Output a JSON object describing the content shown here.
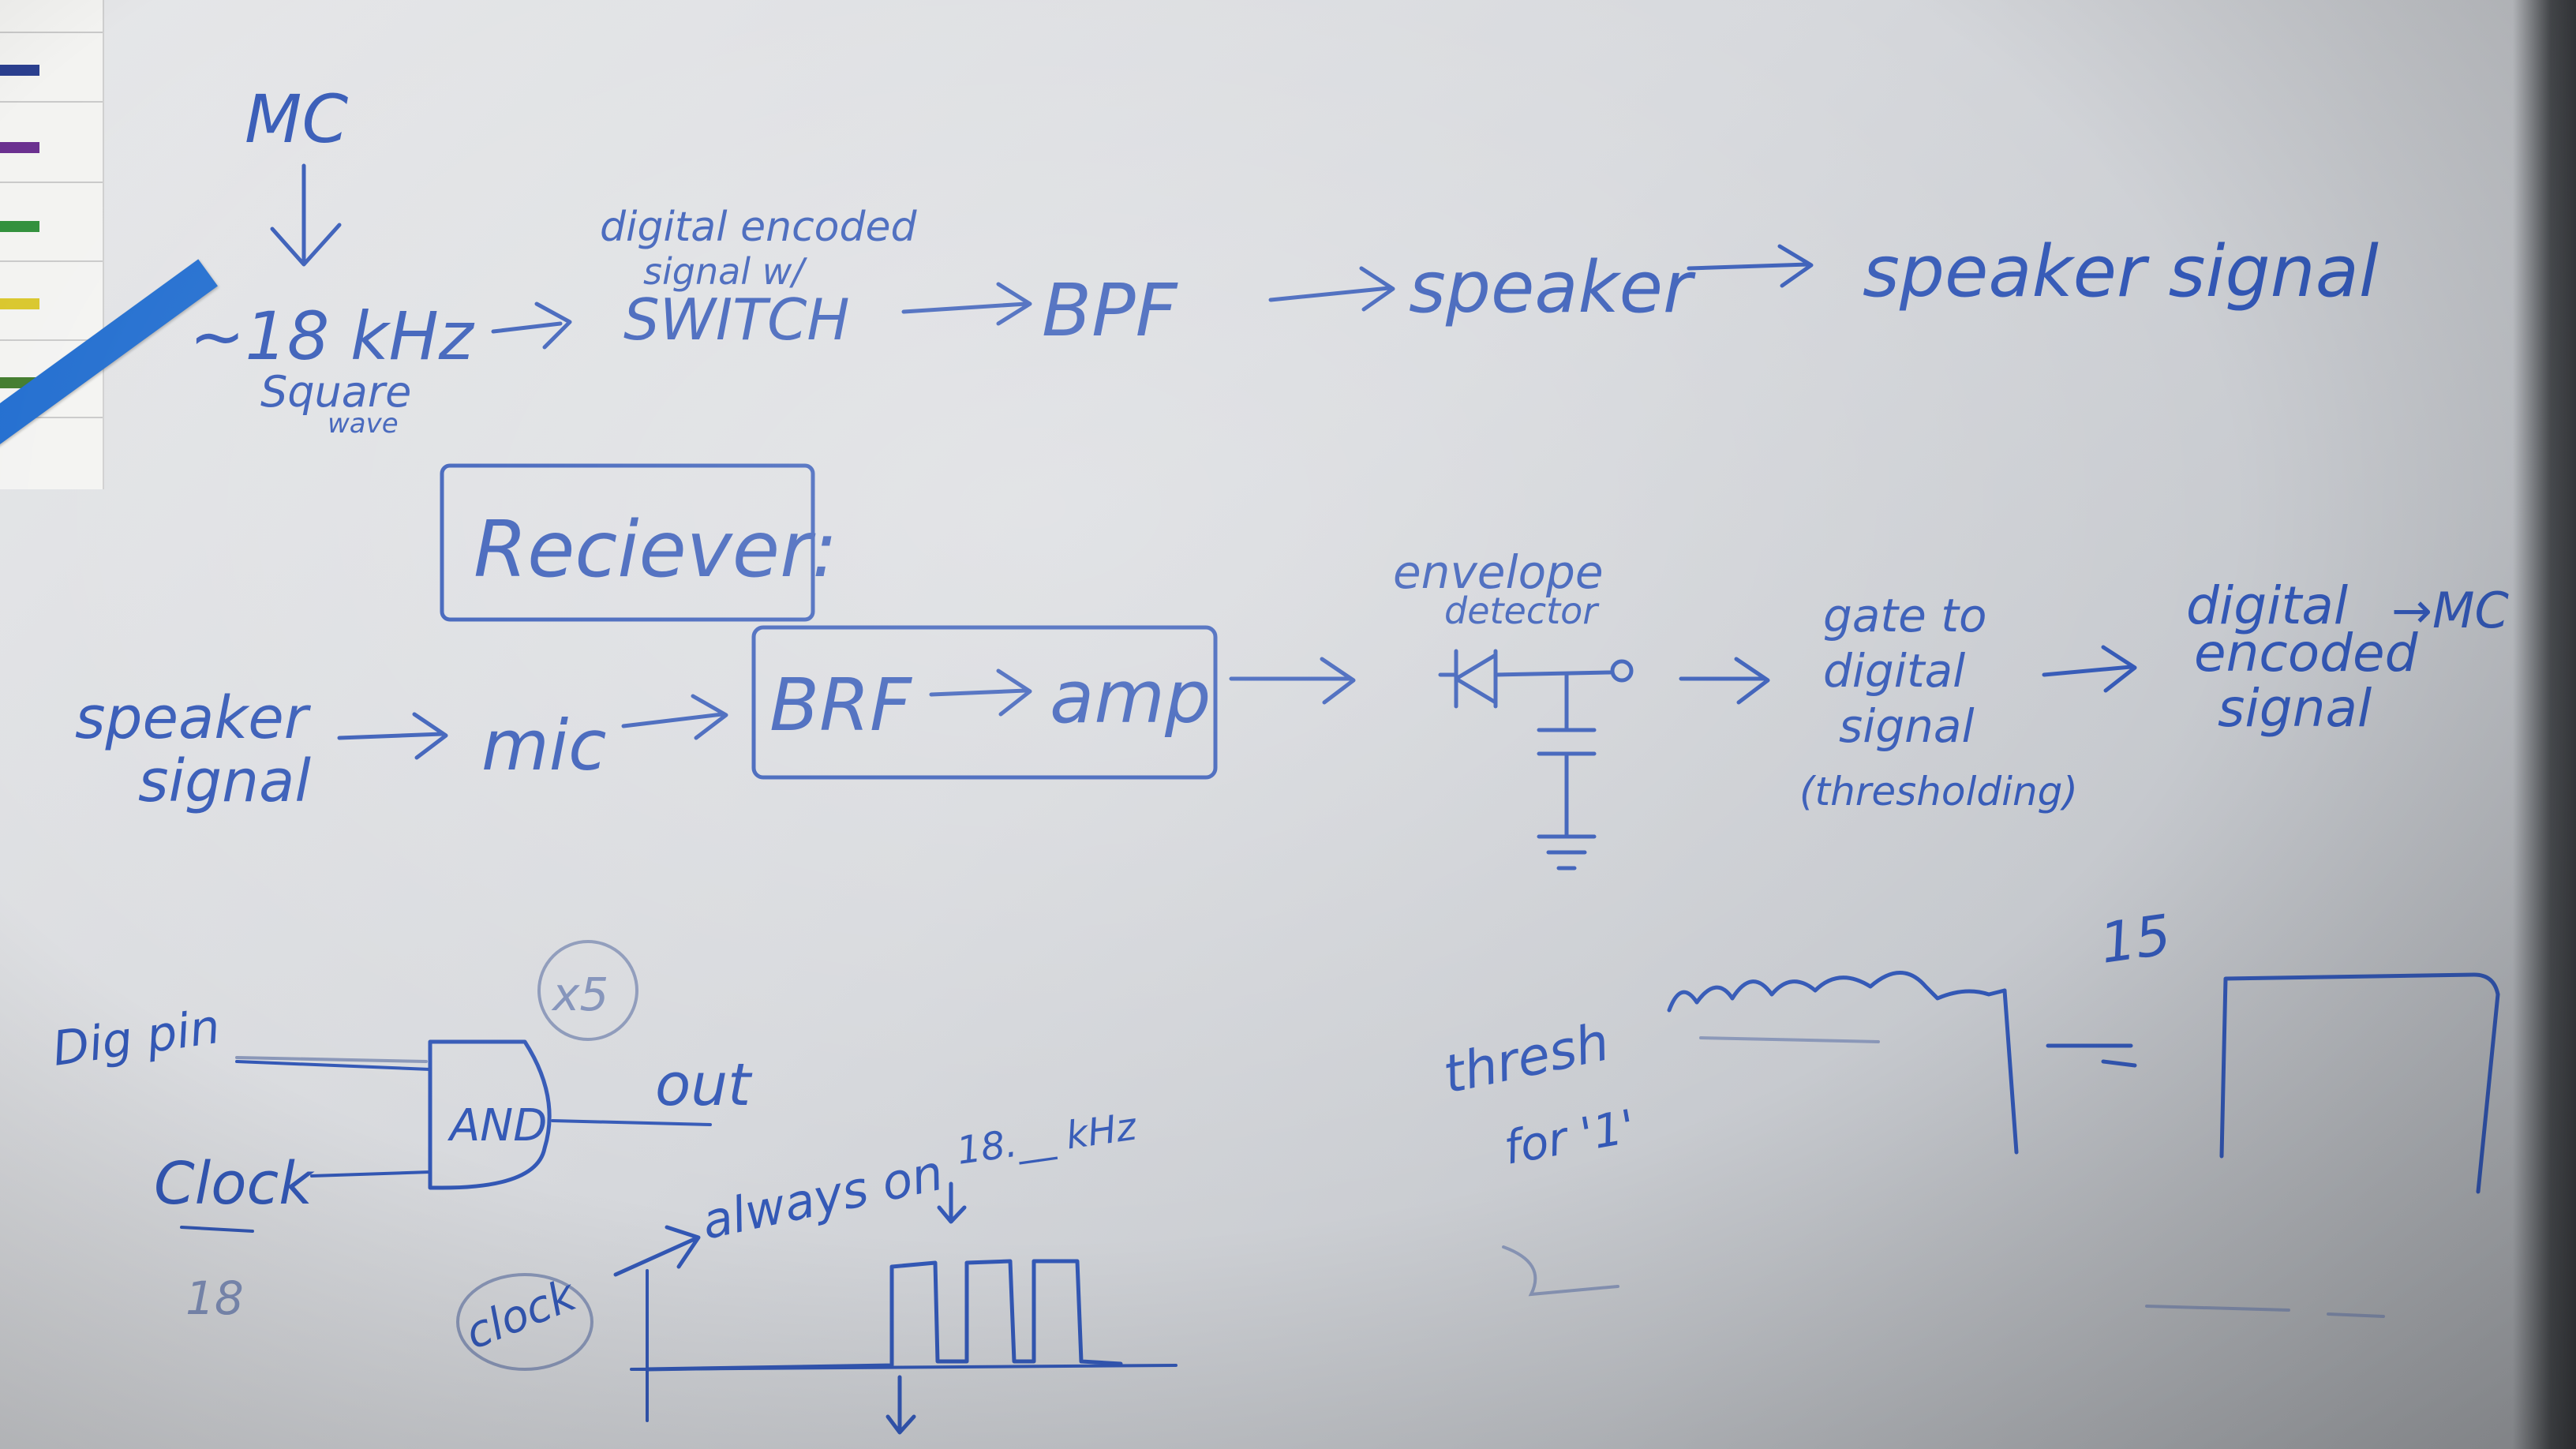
{
  "colors": {
    "ink": "#3358b6",
    "faint_ink": "#7f8fb8",
    "tape": "#1f6ccf",
    "chart_swatches": [
      "#2a3f8f",
      "#6a2f8f",
      "#2f8f3a",
      "#d9c62a",
      "#3f7a2a"
    ]
  },
  "transmitter": {
    "source": "MC",
    "square_freq": "~18 kHz",
    "square_label": "Square",
    "square_sublabel": "wave",
    "encoded_label_line1": "digital encoded",
    "encoded_label_line2": "signal w/",
    "switch": "SWITCH",
    "bpf": "BPF",
    "speaker": "speaker",
    "speaker_signal": "speaker signal"
  },
  "receiver": {
    "title": "Reciever:",
    "input_line1": "speaker",
    "input_line2": "signal",
    "mic": "mic",
    "brf": "BRF",
    "amp": "amp",
    "envelope_line1": "envelope",
    "envelope_line2": "detector",
    "gate_line1": "gate to",
    "gate_line2": "digital",
    "gate_line3": "signal",
    "gate_line4": "(thresholding)",
    "output_line1": "digital",
    "output_line2": "encoded",
    "output_line3": "signal",
    "output_dest": "→MC"
  },
  "lower_left": {
    "dig_pin": "Dig pin",
    "clock": "Clock",
    "clock_freq": "18",
    "and_gate": "AND",
    "circled": "x5",
    "out": "out"
  },
  "timing": {
    "clock_label": "clock",
    "always_on": "always on",
    "freq_label": "18.__ kHz"
  },
  "threshold": {
    "thresh_line1": "thresh",
    "thresh_line2": "for '1'",
    "level": "15"
  }
}
